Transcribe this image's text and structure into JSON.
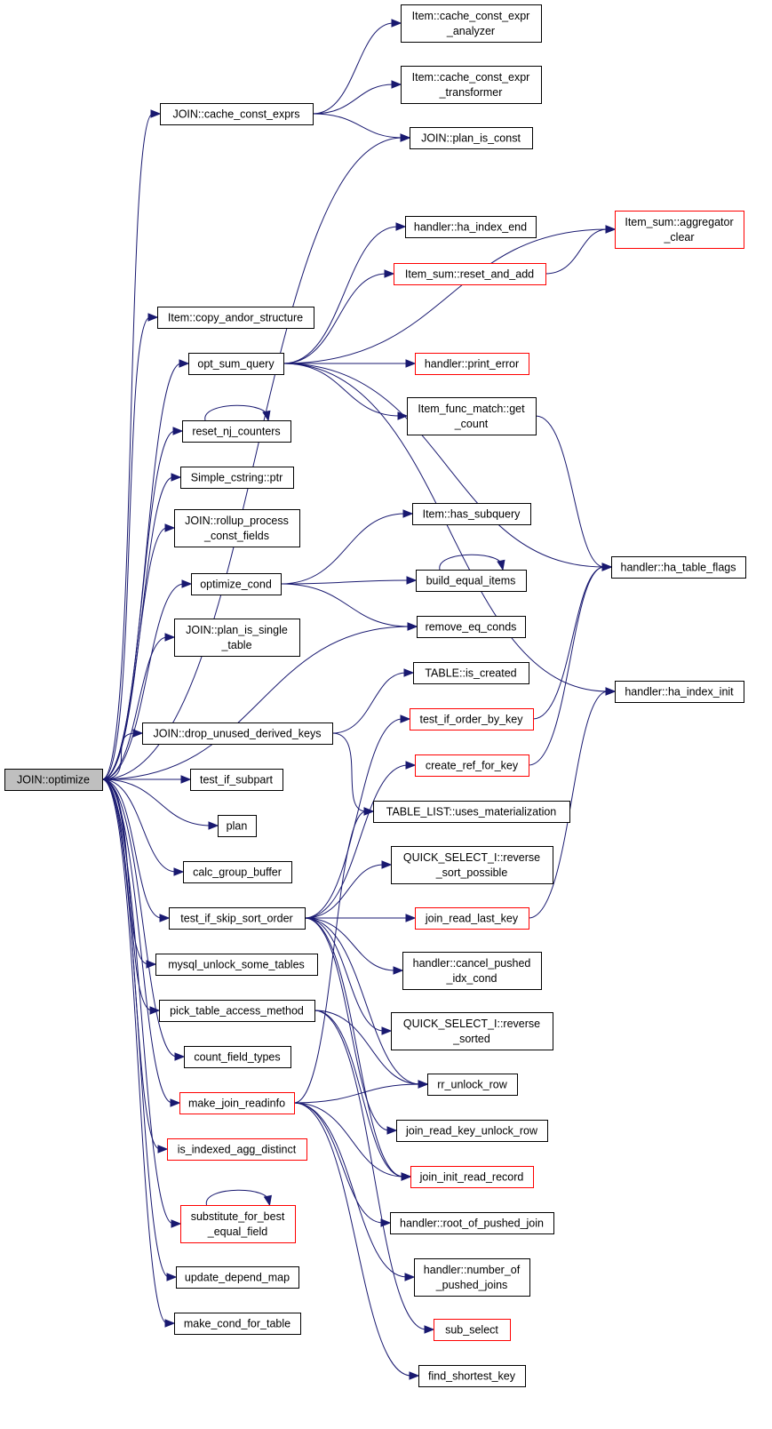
{
  "colors": {
    "edge": "#191970",
    "border_default": "#000000",
    "border_truncated": "#ff0000",
    "root_fill": "#bfbfbf"
  },
  "nodes": [
    {
      "id": "join_optimize",
      "lines": [
        "JOIN::optimize"
      ],
      "style": "root"
    },
    {
      "id": "join_cache_const_exprs",
      "lines": [
        "JOIN::cache_const_exprs"
      ],
      "style": "default"
    },
    {
      "id": "item_cache_const_expr_analyzer",
      "lines": [
        "Item::cache_const_expr",
        "_analyzer"
      ],
      "style": "default"
    },
    {
      "id": "item_cache_const_expr_transformer",
      "lines": [
        "Item::cache_const_expr",
        "_transformer"
      ],
      "style": "default"
    },
    {
      "id": "join_plan_is_const",
      "lines": [
        "JOIN::plan_is_const"
      ],
      "style": "default"
    },
    {
      "id": "item_sum_aggregator_clear",
      "lines": [
        "Item_sum::aggregator",
        "_clear"
      ],
      "style": "red"
    },
    {
      "id": "handler_ha_index_end",
      "lines": [
        "handler::ha_index_end"
      ],
      "style": "default"
    },
    {
      "id": "item_sum_reset_and_add",
      "lines": [
        "Item_sum::reset_and_add"
      ],
      "style": "red"
    },
    {
      "id": "item_copy_andor_structure",
      "lines": [
        "Item::copy_andor_structure"
      ],
      "style": "default"
    },
    {
      "id": "opt_sum_query",
      "lines": [
        "opt_sum_query"
      ],
      "style": "default"
    },
    {
      "id": "handler_print_error",
      "lines": [
        "handler::print_error"
      ],
      "style": "red"
    },
    {
      "id": "item_func_match_get_count",
      "lines": [
        "Item_func_match::get",
        "_count"
      ],
      "style": "default"
    },
    {
      "id": "reset_nj_counters",
      "lines": [
        "reset_nj_counters"
      ],
      "style": "default"
    },
    {
      "id": "simple_cstring_ptr",
      "lines": [
        "Simple_cstring::ptr"
      ],
      "style": "default"
    },
    {
      "id": "join_rollup_process_const_fields",
      "lines": [
        "JOIN::rollup_process",
        "_const_fields"
      ],
      "style": "default"
    },
    {
      "id": "item_has_subquery",
      "lines": [
        "Item::has_subquery"
      ],
      "style": "default"
    },
    {
      "id": "handler_ha_table_flags",
      "lines": [
        "handler::ha_table_flags"
      ],
      "style": "default"
    },
    {
      "id": "optimize_cond",
      "lines": [
        "optimize_cond"
      ],
      "style": "default"
    },
    {
      "id": "build_equal_items",
      "lines": [
        "build_equal_items"
      ],
      "style": "default"
    },
    {
      "id": "join_plan_is_single_table",
      "lines": [
        "JOIN::plan_is_single",
        "_table"
      ],
      "style": "default"
    },
    {
      "id": "remove_eq_conds",
      "lines": [
        "remove_eq_conds"
      ],
      "style": "default"
    },
    {
      "id": "table_is_created",
      "lines": [
        "TABLE::is_created"
      ],
      "style": "default"
    },
    {
      "id": "handler_ha_index_init",
      "lines": [
        "handler::ha_index_init"
      ],
      "style": "default"
    },
    {
      "id": "join_drop_unused_derived_keys",
      "lines": [
        "JOIN::drop_unused_derived_keys"
      ],
      "style": "default"
    },
    {
      "id": "test_if_order_by_key",
      "lines": [
        "test_if_order_by_key"
      ],
      "style": "red"
    },
    {
      "id": "create_ref_for_key",
      "lines": [
        "create_ref_for_key"
      ],
      "style": "red"
    },
    {
      "id": "test_if_subpart",
      "lines": [
        "test_if_subpart"
      ],
      "style": "default"
    },
    {
      "id": "table_list_uses_materialization",
      "lines": [
        "TABLE_LIST::uses_materialization"
      ],
      "style": "default"
    },
    {
      "id": "plan",
      "lines": [
        "plan"
      ],
      "style": "default"
    },
    {
      "id": "quick_select_i_reverse_sort_possible",
      "lines": [
        "QUICK_SELECT_I::reverse",
        "_sort_possible"
      ],
      "style": "default"
    },
    {
      "id": "calc_group_buffer",
      "lines": [
        "calc_group_buffer"
      ],
      "style": "default"
    },
    {
      "id": "test_if_skip_sort_order",
      "lines": [
        "test_if_skip_sort_order"
      ],
      "style": "default"
    },
    {
      "id": "join_read_last_key",
      "lines": [
        "join_read_last_key"
      ],
      "style": "red"
    },
    {
      "id": "mysql_unlock_some_tables",
      "lines": [
        "mysql_unlock_some_tables"
      ],
      "style": "default"
    },
    {
      "id": "handler_cancel_pushed_idx_cond",
      "lines": [
        "handler::cancel_pushed",
        "_idx_cond"
      ],
      "style": "default"
    },
    {
      "id": "pick_table_access_method",
      "lines": [
        "pick_table_access_method"
      ],
      "style": "default"
    },
    {
      "id": "quick_select_i_reverse_sorted",
      "lines": [
        "QUICK_SELECT_I::reverse",
        "_sorted"
      ],
      "style": "default"
    },
    {
      "id": "count_field_types",
      "lines": [
        "count_field_types"
      ],
      "style": "default"
    },
    {
      "id": "rr_unlock_row",
      "lines": [
        "rr_unlock_row"
      ],
      "style": "default"
    },
    {
      "id": "make_join_readinfo",
      "lines": [
        "make_join_readinfo"
      ],
      "style": "red"
    },
    {
      "id": "join_read_key_unlock_row",
      "lines": [
        "join_read_key_unlock_row"
      ],
      "style": "default"
    },
    {
      "id": "is_indexed_agg_distinct",
      "lines": [
        "is_indexed_agg_distinct"
      ],
      "style": "red"
    },
    {
      "id": "join_init_read_record",
      "lines": [
        "join_init_read_record"
      ],
      "style": "red"
    },
    {
      "id": "substitute_for_best_equal_field",
      "lines": [
        "substitute_for_best",
        "_equal_field"
      ],
      "style": "red"
    },
    {
      "id": "handler_root_of_pushed_join",
      "lines": [
        "handler::root_of_pushed_join"
      ],
      "style": "default"
    },
    {
      "id": "update_depend_map",
      "lines": [
        "update_depend_map"
      ],
      "style": "default"
    },
    {
      "id": "handler_number_of_pushed_joins",
      "lines": [
        "handler::number_of",
        "_pushed_joins"
      ],
      "style": "default"
    },
    {
      "id": "sub_select",
      "lines": [
        "sub_select"
      ],
      "style": "red"
    },
    {
      "id": "make_cond_for_table",
      "lines": [
        "make_cond_for_table"
      ],
      "style": "default"
    },
    {
      "id": "find_shortest_key",
      "lines": [
        "find_shortest_key"
      ],
      "style": "default"
    }
  ],
  "edges": [
    [
      "join_optimize",
      "join_cache_const_exprs"
    ],
    [
      "join_cache_const_exprs",
      "item_cache_const_expr_analyzer"
    ],
    [
      "join_cache_const_exprs",
      "item_cache_const_expr_transformer"
    ],
    [
      "join_cache_const_exprs",
      "join_plan_is_const"
    ],
    [
      "join_optimize",
      "join_plan_is_const"
    ],
    [
      "join_optimize",
      "item_copy_andor_structure"
    ],
    [
      "join_optimize",
      "opt_sum_query"
    ],
    [
      "opt_sum_query",
      "item_sum_aggregator_clear"
    ],
    [
      "opt_sum_query",
      "handler_ha_index_end"
    ],
    [
      "opt_sum_query",
      "item_sum_reset_and_add"
    ],
    [
      "item_sum_reset_and_add",
      "item_sum_aggregator_clear"
    ],
    [
      "opt_sum_query",
      "handler_ha_table_flags"
    ],
    [
      "opt_sum_query",
      "handler_print_error"
    ],
    [
      "opt_sum_query",
      "item_func_match_get_count"
    ],
    [
      "item_func_match_get_count",
      "handler_ha_table_flags"
    ],
    [
      "opt_sum_query",
      "handler_ha_index_init"
    ],
    [
      "join_optimize",
      "reset_nj_counters"
    ],
    [
      "reset_nj_counters",
      "reset_nj_counters"
    ],
    [
      "join_optimize",
      "simple_cstring_ptr"
    ],
    [
      "join_optimize",
      "join_rollup_process_const_fields"
    ],
    [
      "join_optimize",
      "optimize_cond"
    ],
    [
      "optimize_cond",
      "item_has_subquery"
    ],
    [
      "optimize_cond",
      "build_equal_items"
    ],
    [
      "build_equal_items",
      "build_equal_items"
    ],
    [
      "optimize_cond",
      "remove_eq_conds"
    ],
    [
      "join_optimize",
      "join_plan_is_single_table"
    ],
    [
      "join_optimize",
      "remove_eq_conds"
    ],
    [
      "join_optimize",
      "join_drop_unused_derived_keys"
    ],
    [
      "join_drop_unused_derived_keys",
      "table_is_created"
    ],
    [
      "join_drop_unused_derived_keys",
      "table_list_uses_materialization"
    ],
    [
      "join_optimize",
      "test_if_subpart"
    ],
    [
      "join_optimize",
      "plan"
    ],
    [
      "join_optimize",
      "calc_group_buffer"
    ],
    [
      "join_optimize",
      "test_if_skip_sort_order"
    ],
    [
      "test_if_skip_sort_order",
      "test_if_order_by_key"
    ],
    [
      "test_if_skip_sort_order",
      "create_ref_for_key"
    ],
    [
      "test_if_skip_sort_order",
      "quick_select_i_reverse_sort_possible"
    ],
    [
      "test_if_skip_sort_order",
      "join_read_last_key"
    ],
    [
      "test_if_skip_sort_order",
      "handler_cancel_pushed_idx_cond"
    ],
    [
      "test_if_skip_sort_order",
      "quick_select_i_reverse_sorted"
    ],
    [
      "test_if_skip_sort_order",
      "rr_unlock_row"
    ],
    [
      "test_if_skip_sort_order",
      "join_read_key_unlock_row"
    ],
    [
      "test_if_skip_sort_order",
      "join_init_read_record"
    ],
    [
      "test_if_order_by_key",
      "handler_ha_table_flags"
    ],
    [
      "create_ref_for_key",
      "handler_ha_table_flags"
    ],
    [
      "join_read_last_key",
      "handler_ha_index_init"
    ],
    [
      "join_optimize",
      "mysql_unlock_some_tables"
    ],
    [
      "join_optimize",
      "pick_table_access_method"
    ],
    [
      "pick_table_access_method",
      "rr_unlock_row"
    ],
    [
      "pick_table_access_method",
      "join_init_read_record"
    ],
    [
      "pick_table_access_method",
      "sub_select"
    ],
    [
      "join_optimize",
      "count_field_types"
    ],
    [
      "join_optimize",
      "make_join_readinfo"
    ],
    [
      "make_join_readinfo",
      "table_list_uses_materialization"
    ],
    [
      "make_join_readinfo",
      "rr_unlock_row"
    ],
    [
      "make_join_readinfo",
      "join_init_read_record"
    ],
    [
      "make_join_readinfo",
      "handler_root_of_pushed_join"
    ],
    [
      "make_join_readinfo",
      "handler_number_of_pushed_joins"
    ],
    [
      "make_join_readinfo",
      "find_shortest_key"
    ],
    [
      "join_optimize",
      "is_indexed_agg_distinct"
    ],
    [
      "join_optimize",
      "substitute_for_best_equal_field"
    ],
    [
      "substitute_for_best_equal_field",
      "substitute_for_best_equal_field"
    ],
    [
      "join_optimize",
      "update_depend_map"
    ],
    [
      "join_optimize",
      "make_cond_for_table"
    ]
  ]
}
